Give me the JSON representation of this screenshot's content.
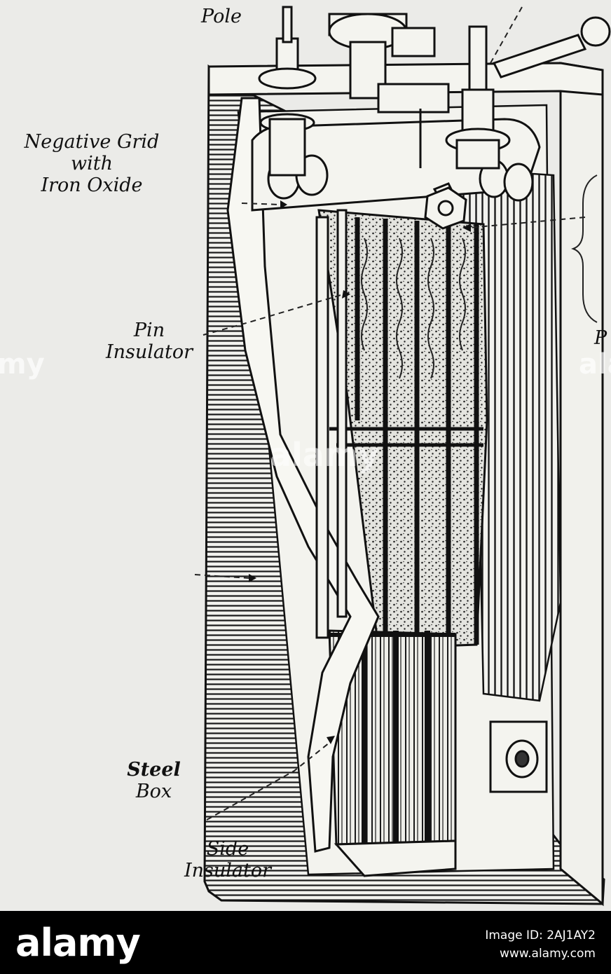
{
  "labels": {
    "pole": "Pole",
    "negative_grid_1": "Negative Grid",
    "negative_grid_2": "with",
    "negative_grid_3": "Iron Oxide",
    "pin_1": "Pin",
    "pin_2": "Insulator",
    "steel_1": "Steel",
    "steel_2": "Box",
    "side_1": "Side",
    "side_2": "Insulator",
    "right_partial": "P"
  },
  "watermark": {
    "text": "alamy",
    "edge_left": "my",
    "edge_right": "ala"
  },
  "footer": {
    "logo": "alamy",
    "image_id": "Image ID: 2AJ1AY2",
    "site": "www.alamy.com"
  },
  "colors": {
    "paper": "#ebebe8",
    "ink": "#151515",
    "footer_bg": "#000000",
    "footer_text": "#ffffff"
  }
}
